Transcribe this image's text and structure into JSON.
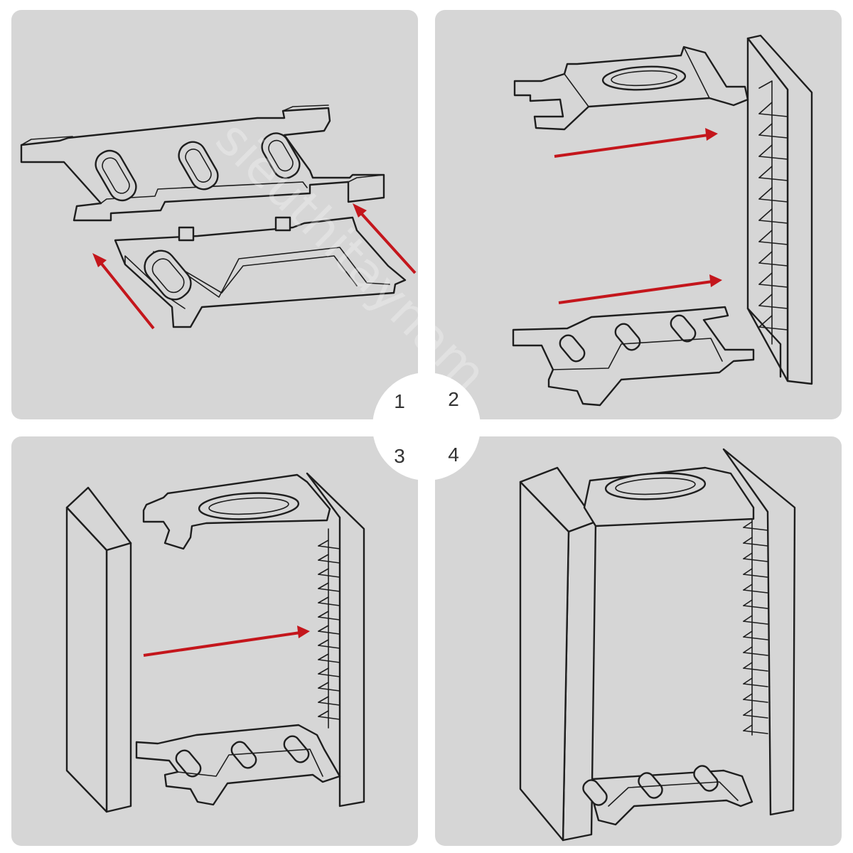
{
  "steps": [
    {
      "number": "1"
    },
    {
      "number": "2"
    },
    {
      "number": "3"
    },
    {
      "number": "4"
    }
  ],
  "colors": {
    "panel_background": "#d6d6d6",
    "line": "#1e1e1e",
    "arrow": "#c4161c",
    "page_background": "#ffffff"
  },
  "watermark": "sieuthitaynam"
}
